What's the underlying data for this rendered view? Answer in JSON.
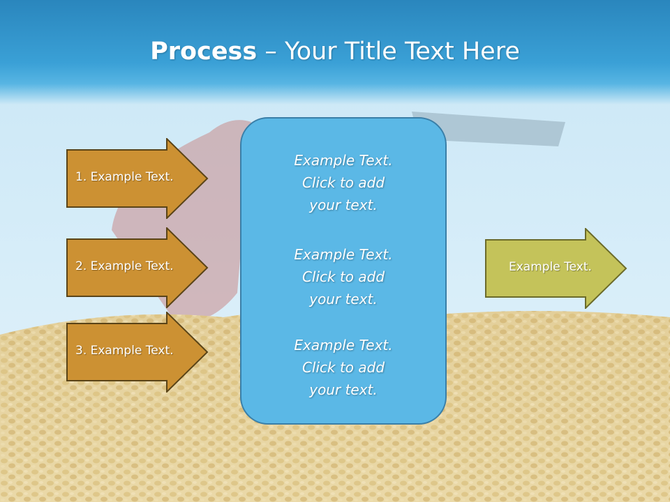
{
  "title": {
    "bold": "Process",
    "rest": " – Your Title Text Here"
  },
  "left_arrows": [
    {
      "label": "1. Example Text."
    },
    {
      "label": "2. Example Text."
    },
    {
      "label": "3. Example Text."
    }
  ],
  "center_box": {
    "paragraphs": [
      {
        "line1": "Example Text.",
        "line2": "Click  to add",
        "line3": "your text."
      },
      {
        "line1": "Example Text.",
        "line2": "Click  to add",
        "line3": "your text."
      },
      {
        "line1": "Example Text.",
        "line2": "Click  to add",
        "line3": "your text."
      }
    ]
  },
  "right_arrow": {
    "label": "Example Text."
  },
  "colors": {
    "left_arrow_fill": "#cc9133",
    "left_arrow_stroke": "#5a4418",
    "right_arrow_fill": "#c4c35a",
    "right_arrow_stroke": "#6b6b2a",
    "center_box_fill": "#5bb8e6",
    "title_bar": "#2a86bd"
  }
}
